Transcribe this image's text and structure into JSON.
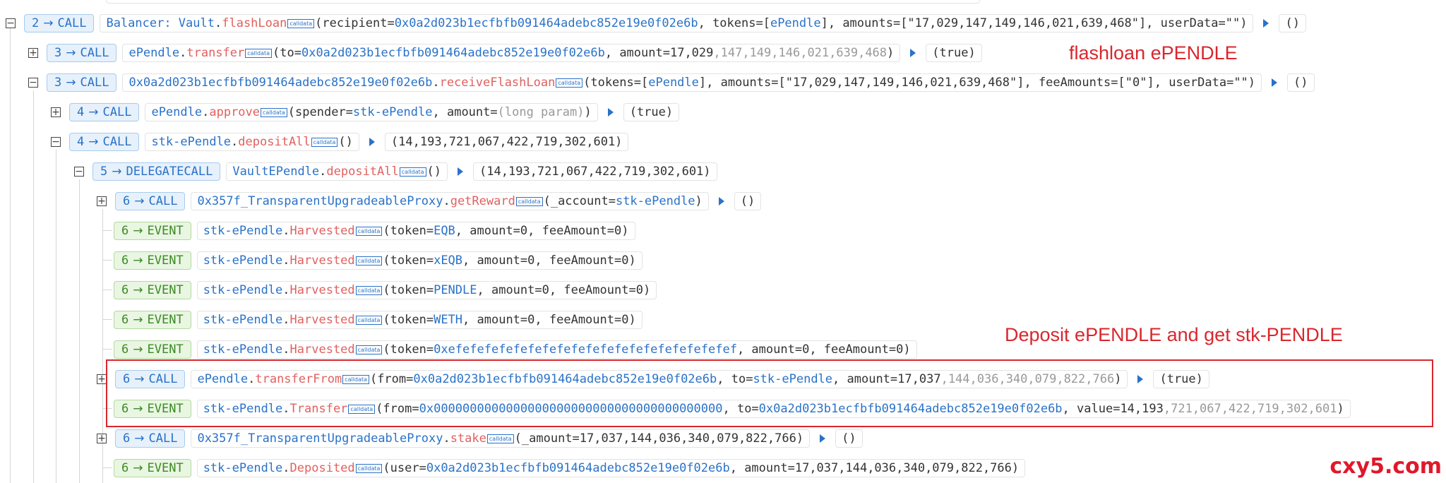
{
  "labels": {
    "call": "CALL",
    "event": "EVENT",
    "delegatecall": "DELEGATECALL",
    "calldata": "calldata"
  },
  "annotations": {
    "flashloan": "flashloan ePENDLE",
    "deposit": "Deposit ePENDLE and get stk-PENDLE"
  },
  "watermark": "cxy5.com",
  "colors": {
    "call_text": "#2a72c8",
    "event_text": "#3d8a26",
    "function_name": "#e0615f",
    "annotation_red": "#d9272e"
  },
  "rows": [
    {
      "depth": "2",
      "type": "CALL",
      "contract": "Balancer: Vault",
      "fn": "flashLoan",
      "args_html": "recipient=0x0a2d023b1ecfbfb091464adebc852e19e0f02e6b, tokens=[ePendle], amounts=[\"17,029,147,149,146,021,639,468\"], userData=\"\"",
      "ret": "()"
    },
    {
      "depth": "3",
      "type": "CALL",
      "contract": "ePendle",
      "fn": "transfer",
      "to": "0x0a2d023b1ecfbfb091464adebc852e19e0f02e6b",
      "amount_main": "17,029",
      "amount_rest": ",147,149,146,021,639,468",
      "ret": "(true)"
    },
    {
      "depth": "3",
      "type": "CALL",
      "contract": "0x0a2d023b1ecfbfb091464adebc852e19e0f02e6b",
      "fn": "receiveFlashLoan",
      "tokens": "ePendle",
      "amounts": "\"17,029,147,149,146,021,639,468\"",
      "fee": "\"0\"",
      "userdata": "\"\"",
      "ret": "()"
    },
    {
      "depth": "4",
      "type": "CALL",
      "contract": "ePendle",
      "fn": "approve",
      "spender": "stk-ePendle",
      "amount": "(long param)",
      "ret": "(true)"
    },
    {
      "depth": "4",
      "type": "CALL",
      "contract": "stk-ePendle",
      "fn": "depositAll",
      "ret": "(14,193,721,067,422,719,302,601)"
    },
    {
      "depth": "5",
      "type": "DELEGATECALL",
      "contract": "VaultEPendle",
      "fn": "depositAll",
      "ret": "(14,193,721,067,422,719,302,601)"
    },
    {
      "depth": "6",
      "type": "CALL",
      "contract": "0x357f_TransparentUpgradeableProxy",
      "fn": "getReward",
      "account": "stk-ePendle",
      "ret": "()"
    },
    {
      "depth": "6",
      "type": "EVENT",
      "contract": "stk-ePendle",
      "fn": "Harvested",
      "token": "EQB",
      "amount": "0",
      "fee": "0"
    },
    {
      "depth": "6",
      "type": "EVENT",
      "contract": "stk-ePendle",
      "fn": "Harvested",
      "token": "xEQB",
      "amount": "0",
      "fee": "0"
    },
    {
      "depth": "6",
      "type": "EVENT",
      "contract": "stk-ePendle",
      "fn": "Harvested",
      "token": "PENDLE",
      "amount": "0",
      "fee": "0"
    },
    {
      "depth": "6",
      "type": "EVENT",
      "contract": "stk-ePendle",
      "fn": "Harvested",
      "token": "WETH",
      "amount": "0",
      "fee": "0"
    },
    {
      "depth": "6",
      "type": "EVENT",
      "contract": "stk-ePendle",
      "fn": "Harvested",
      "token": "0xefefefefefefefefefefefefefefefefefefefef",
      "amount": "0",
      "fee": "0"
    },
    {
      "depth": "6",
      "type": "CALL",
      "contract": "ePendle",
      "fn": "transferFrom",
      "from": "0x0a2d023b1ecfbfb091464adebc852e19e0f02e6b",
      "to": "stk-ePendle",
      "amount_main": "17,037",
      "amount_rest": ",144,036,340,079,822,766",
      "ret": "(true)"
    },
    {
      "depth": "6",
      "type": "EVENT",
      "contract": "stk-ePendle",
      "fn": "Transfer",
      "from": "0x0000000000000000000000000000000000000000",
      "to": "0x0a2d023b1ecfbfb091464adebc852e19e0f02e6b",
      "value_main": "14,193",
      "value_rest": ",721,067,422,719,302,601"
    },
    {
      "depth": "6",
      "type": "CALL",
      "contract": "0x357f_TransparentUpgradeableProxy",
      "fn": "stake",
      "amount": "17,037,144,036,340,079,822,766",
      "ret": "()"
    },
    {
      "depth": "6",
      "type": "EVENT",
      "contract": "stk-ePendle",
      "fn": "Deposited",
      "user": "0x0a2d023b1ecfbfb091464adebc852e19e0f02e6b",
      "amount": "17,037,144,036,340,079,822,766"
    }
  ]
}
